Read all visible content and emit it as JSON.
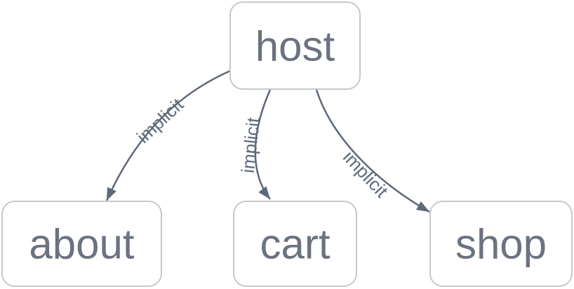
{
  "diagram": {
    "type": "flowchart",
    "direction": "top-down",
    "nodes": [
      {
        "id": "host",
        "label": "host"
      },
      {
        "id": "about",
        "label": "about"
      },
      {
        "id": "cart",
        "label": "cart"
      },
      {
        "id": "shop",
        "label": "shop"
      }
    ],
    "edges": [
      {
        "from": "host",
        "to": "about",
        "label": "implicit"
      },
      {
        "from": "host",
        "to": "cart",
        "label": "implicit"
      },
      {
        "from": "host",
        "to": "shop",
        "label": "implicit"
      }
    ],
    "colors": {
      "background": "#ffffff",
      "node_fill": "#ffffff",
      "node_border": "#c6c8ca",
      "node_text": "#6b7280",
      "edge_stroke": "#5d6878",
      "edge_label_text": "#5f6b7b"
    }
  }
}
